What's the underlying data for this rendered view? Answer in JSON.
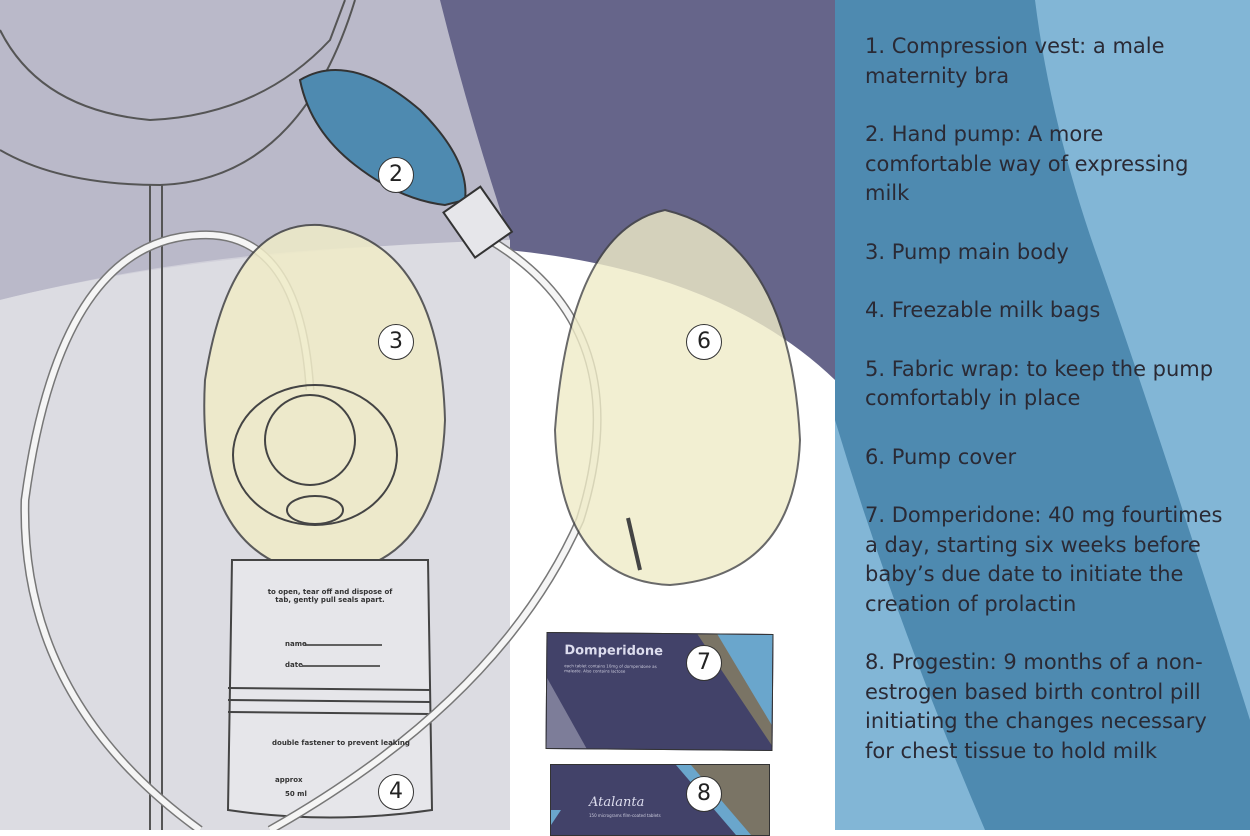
{
  "legend": [
    "1. Compression vest: a male maternity bra",
    "2. Hand pump: A more comfortable way of expressing milk",
    "3. Pump main body",
    "4. Freezable milk bags",
    "5. Fabric wrap: to keep the pump comfortably in place",
    "6. Pump cover",
    "7. Domperidone: 40 mg fourtimes a day, starting six weeks before baby’s due date to initiate the creation of prolactin",
    "8. Progestin: 9 months of a non-estrogen based birth control pill initiating the changes necessary for chest tissue to hold milk"
  ],
  "markers": [
    "2",
    "3",
    "4",
    "6",
    "7",
    "8"
  ],
  "bag": {
    "instructions": "to open, tear off and dispose of tab, gently pull seals apart.",
    "name_label": "name",
    "date_label": "date",
    "fastener": "double fastener to prevent leaking",
    "approx": "approx",
    "volume": "50 ml"
  },
  "box7": {
    "title": "Domperidone",
    "desc": "each tablet contains 10mg of domperidone as maleate. Also contains lactose"
  },
  "box8": {
    "title": "Atalanta",
    "desc": "150 micrograms film-coated tablets"
  },
  "colors": {
    "purple": "#66658a",
    "blue": "#4e8ab0",
    "lightblue": "#82b6d6",
    "vest": "#dcdce2",
    "pump": "#f0ecc8"
  }
}
